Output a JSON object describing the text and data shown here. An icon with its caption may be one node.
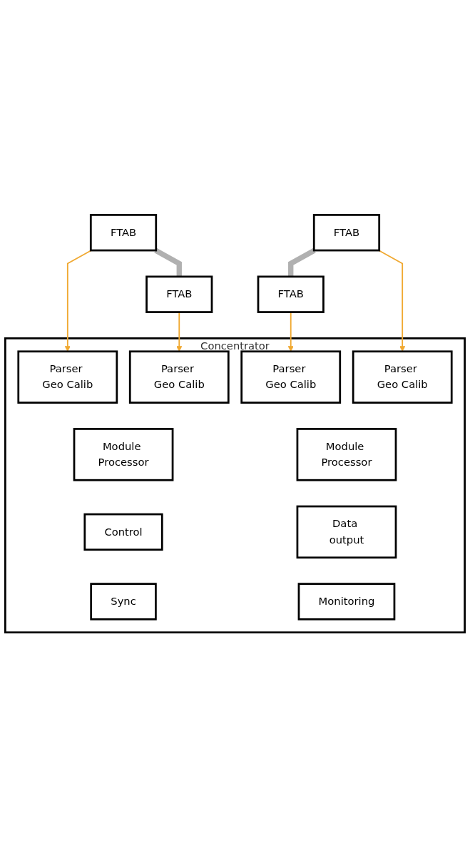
{
  "diagram": {
    "nodes": [
      {
        "text": [
          "FTAB"
        ]
      },
      {
        "text": [
          "FTAB"
        ]
      },
      {
        "text": [
          "FTAB"
        ]
      },
      {
        "text": [
          "FTAB"
        ]
      },
      {
        "text": [
          "Concentrator"
        ]
      },
      {
        "text": [
          "Parser Geo Calib"
        ],
        "in": 4
      },
      {
        "text": [
          "Parser Geo Calib"
        ],
        "in": 4
      },
      {
        "text": [
          "Module Processor"
        ],
        "in": 4
      },
      {
        "text": [
          "Parser Geo Calib"
        ],
        "in": 4
      },
      {
        "text": [
          "Parser Geo Calib"
        ],
        "in": 4
      },
      {
        "text": [
          "Module Processor"
        ],
        "in": 4
      },
      {
        "text": [
          "Control"
        ],
        "in": 4
      },
      {
        "text": [
          "Data output"
        ],
        "in": 4
      },
      {
        "text": [
          "Sync"
        ],
        "in": 4
      },
      {
        "text": [
          "Monitoring"
        ],
        "in": 4
      }
    ],
    "edges": [
      {
        "from": 0,
        "to": 2,
        "arrow": "none",
        "style": "thick",
        "color": "#b0b0b0"
      },
      {
        "from": 1,
        "to": 3,
        "arrow": "none",
        "style": "thick",
        "color": "#b0b0b0"
      },
      {
        "from": 0,
        "to": 5,
        "arrow": "to"
      },
      {
        "from": 2,
        "to": 6,
        "arrow": "to"
      },
      {
        "from": 3,
        "to": 8,
        "arrow": "to"
      },
      {
        "from": 1,
        "to": 9,
        "arrow": "to"
      }
    ]
  }
}
